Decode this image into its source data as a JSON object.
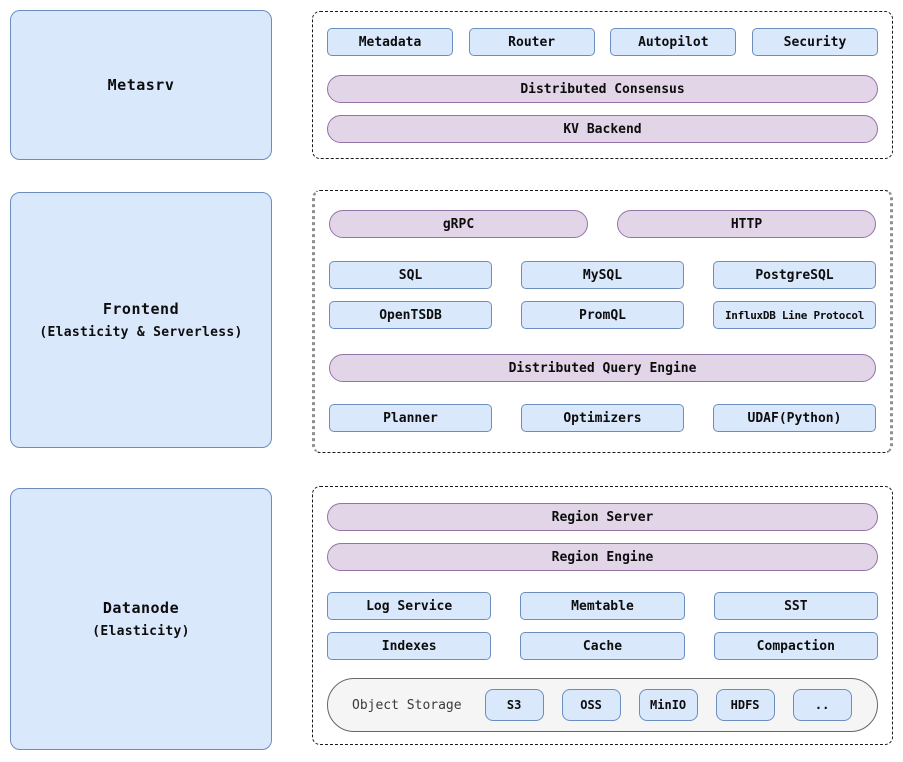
{
  "colors": {
    "box_fill": "#dae8fc",
    "box_border": "#6c8ebf",
    "pill_fill": "#e1d5e7",
    "pill_border": "#9673a6",
    "storage_fill": "#f5f5f5",
    "storage_border": "#666666",
    "panel_dash": "#1a1a1a",
    "panel_side_dots": "#8f8f8f"
  },
  "metasrv": {
    "title": "Metasrv",
    "components": {
      "metadata": "Metadata",
      "router": "Router",
      "autopilot": "Autopilot",
      "security": "Security"
    },
    "pills": {
      "consensus": "Distributed Consensus",
      "kv_backend": "KV Backend"
    }
  },
  "frontend": {
    "title": "Frontend",
    "subtitle": "(Elasticity & Serverless)",
    "pills": {
      "grpc": "gRPC",
      "http": "HTTP",
      "query_engine": "Distributed Query Engine"
    },
    "protocols": {
      "sql": "SQL",
      "mysql": "MySQL",
      "postgresql": "PostgreSQL",
      "opentsdb": "OpenTSDB",
      "promql": "PromQL",
      "influxdb": "InfluxDB Line Protocol"
    },
    "query": {
      "planner": "Planner",
      "optimizers": "Optimizers",
      "udaf": "UDAF(Python)"
    }
  },
  "datanode": {
    "title": "Datanode",
    "subtitle": "(Elasticity)",
    "pills": {
      "region_server": "Region Server",
      "region_engine": "Region Engine"
    },
    "components": {
      "log_service": "Log Service",
      "memtable": "Memtable",
      "sst": "SST",
      "indexes": "Indexes",
      "cache": "Cache",
      "compaction": "Compaction"
    },
    "object_storage": {
      "label": "Object Storage",
      "backends": {
        "s3": "S3",
        "oss": "OSS",
        "minio": "MinIO",
        "hdfs": "HDFS",
        "more": ".."
      }
    }
  }
}
